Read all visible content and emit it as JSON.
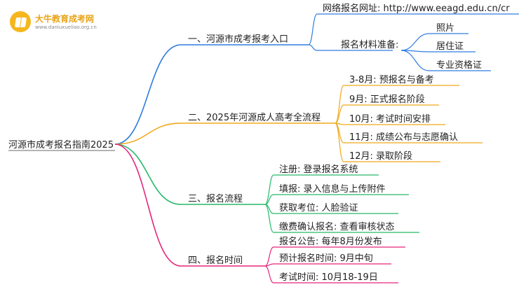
{
  "logo": {
    "title": "大牛教育成考网",
    "url": "www.daniuxueliao.org.cn"
  },
  "colors": {
    "blue": "#2f7de1",
    "orange": "#f0a81a",
    "green": "#27b96a",
    "pink": "#e5257a"
  },
  "root": {
    "label": "河源市成考报名指南2025"
  },
  "branches": [
    {
      "label": "一、河源市成考报考入口",
      "color": "#2f7de1",
      "children": [
        {
          "label": "网络报名网址: http://www.eeagd.edu.cn/cr",
          "children": []
        },
        {
          "label": "报名材料准备:",
          "children": [
            {
              "label": "照片"
            },
            {
              "label": "居住证"
            },
            {
              "label": "专业资格证"
            }
          ]
        }
      ]
    },
    {
      "label": "二、2025年河源成人高考全流程",
      "color": "#f0a81a",
      "children": [
        {
          "label": "3-8月: 预报名与备考"
        },
        {
          "label": "9月: 正式报名阶段"
        },
        {
          "label": "10月: 考试时间安排"
        },
        {
          "label": "11月: 成绩公布与志愿确认"
        },
        {
          "label": "12月: 录取阶段"
        }
      ]
    },
    {
      "label": "三、报名流程",
      "color": "#27b96a",
      "children": [
        {
          "label": "注册: 登录报名系统"
        },
        {
          "label": "填报: 录入信息与上传附件"
        },
        {
          "label": "获取考位: 人脸验证"
        },
        {
          "label": "缴费确认报名: 查看审核状态"
        }
      ]
    },
    {
      "label": "四、报名时间",
      "color": "#e5257a",
      "children": [
        {
          "label": "报名公告: 每年8月份发布"
        },
        {
          "label": "预计报名时间: 9月中旬"
        },
        {
          "label": "考试时间: 10月18-19日"
        }
      ]
    }
  ]
}
